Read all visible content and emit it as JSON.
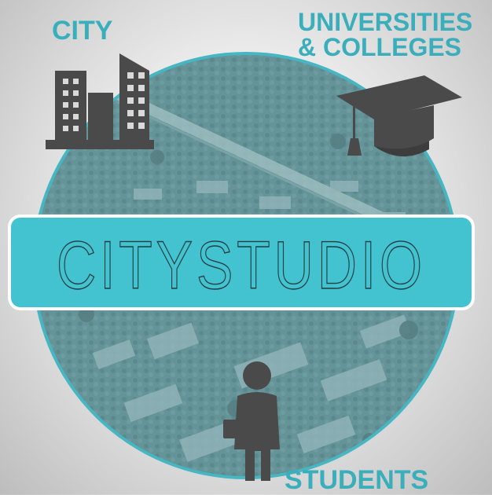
{
  "labels": {
    "city": "CITY",
    "universities_line1": "UNIVERSITIES",
    "universities_line2": "& COLLEGES",
    "students": "STUDENTS"
  },
  "banner": {
    "text": "CITYSTUDIO"
  },
  "colors": {
    "accent": "#3aaeba",
    "banner_fill": "#42c3cf",
    "circle_ring": "#45b6c2",
    "icon": "#4a4a4a"
  },
  "icons": [
    "city-buildings-icon",
    "graduation-cap-icon",
    "student-icon"
  ]
}
